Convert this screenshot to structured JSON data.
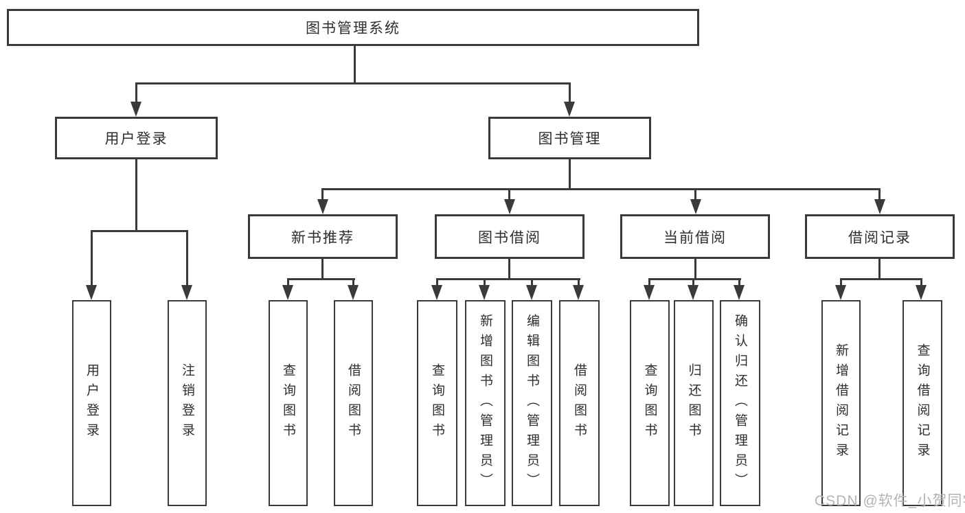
{
  "diagram": {
    "root": "图书管理系统",
    "branches": {
      "user_login": "用户登录",
      "book_mgmt": "图书管理"
    },
    "modules": {
      "new_books": "新书推荐",
      "book_borrow": "图书借阅",
      "current_borrow": "当前借阅",
      "borrow_records": "借阅记录"
    },
    "leaves": {
      "user_login_1": "用户登录",
      "user_login_2": "注销登录",
      "new_books_1": "查询图书",
      "new_books_2": "借阅图书",
      "book_borrow_1": "查询图书",
      "book_borrow_2": "新增图书（管理员）",
      "book_borrow_3": "编辑图书（管理员）",
      "book_borrow_4": "借阅图书",
      "current_borrow_1": "查询图书",
      "current_borrow_2": "归还图书",
      "current_borrow_3": "确认归还（管理员）",
      "borrow_records_1": "新增借阅记录",
      "borrow_records_2": "查询借阅记录"
    }
  },
  "watermark": "CSDN @软件_小贺同学",
  "colors": {
    "line": "#3a3a3a",
    "text": "#2e2e2e",
    "watermark": "#b3b3b3",
    "background": "#ffffff"
  }
}
